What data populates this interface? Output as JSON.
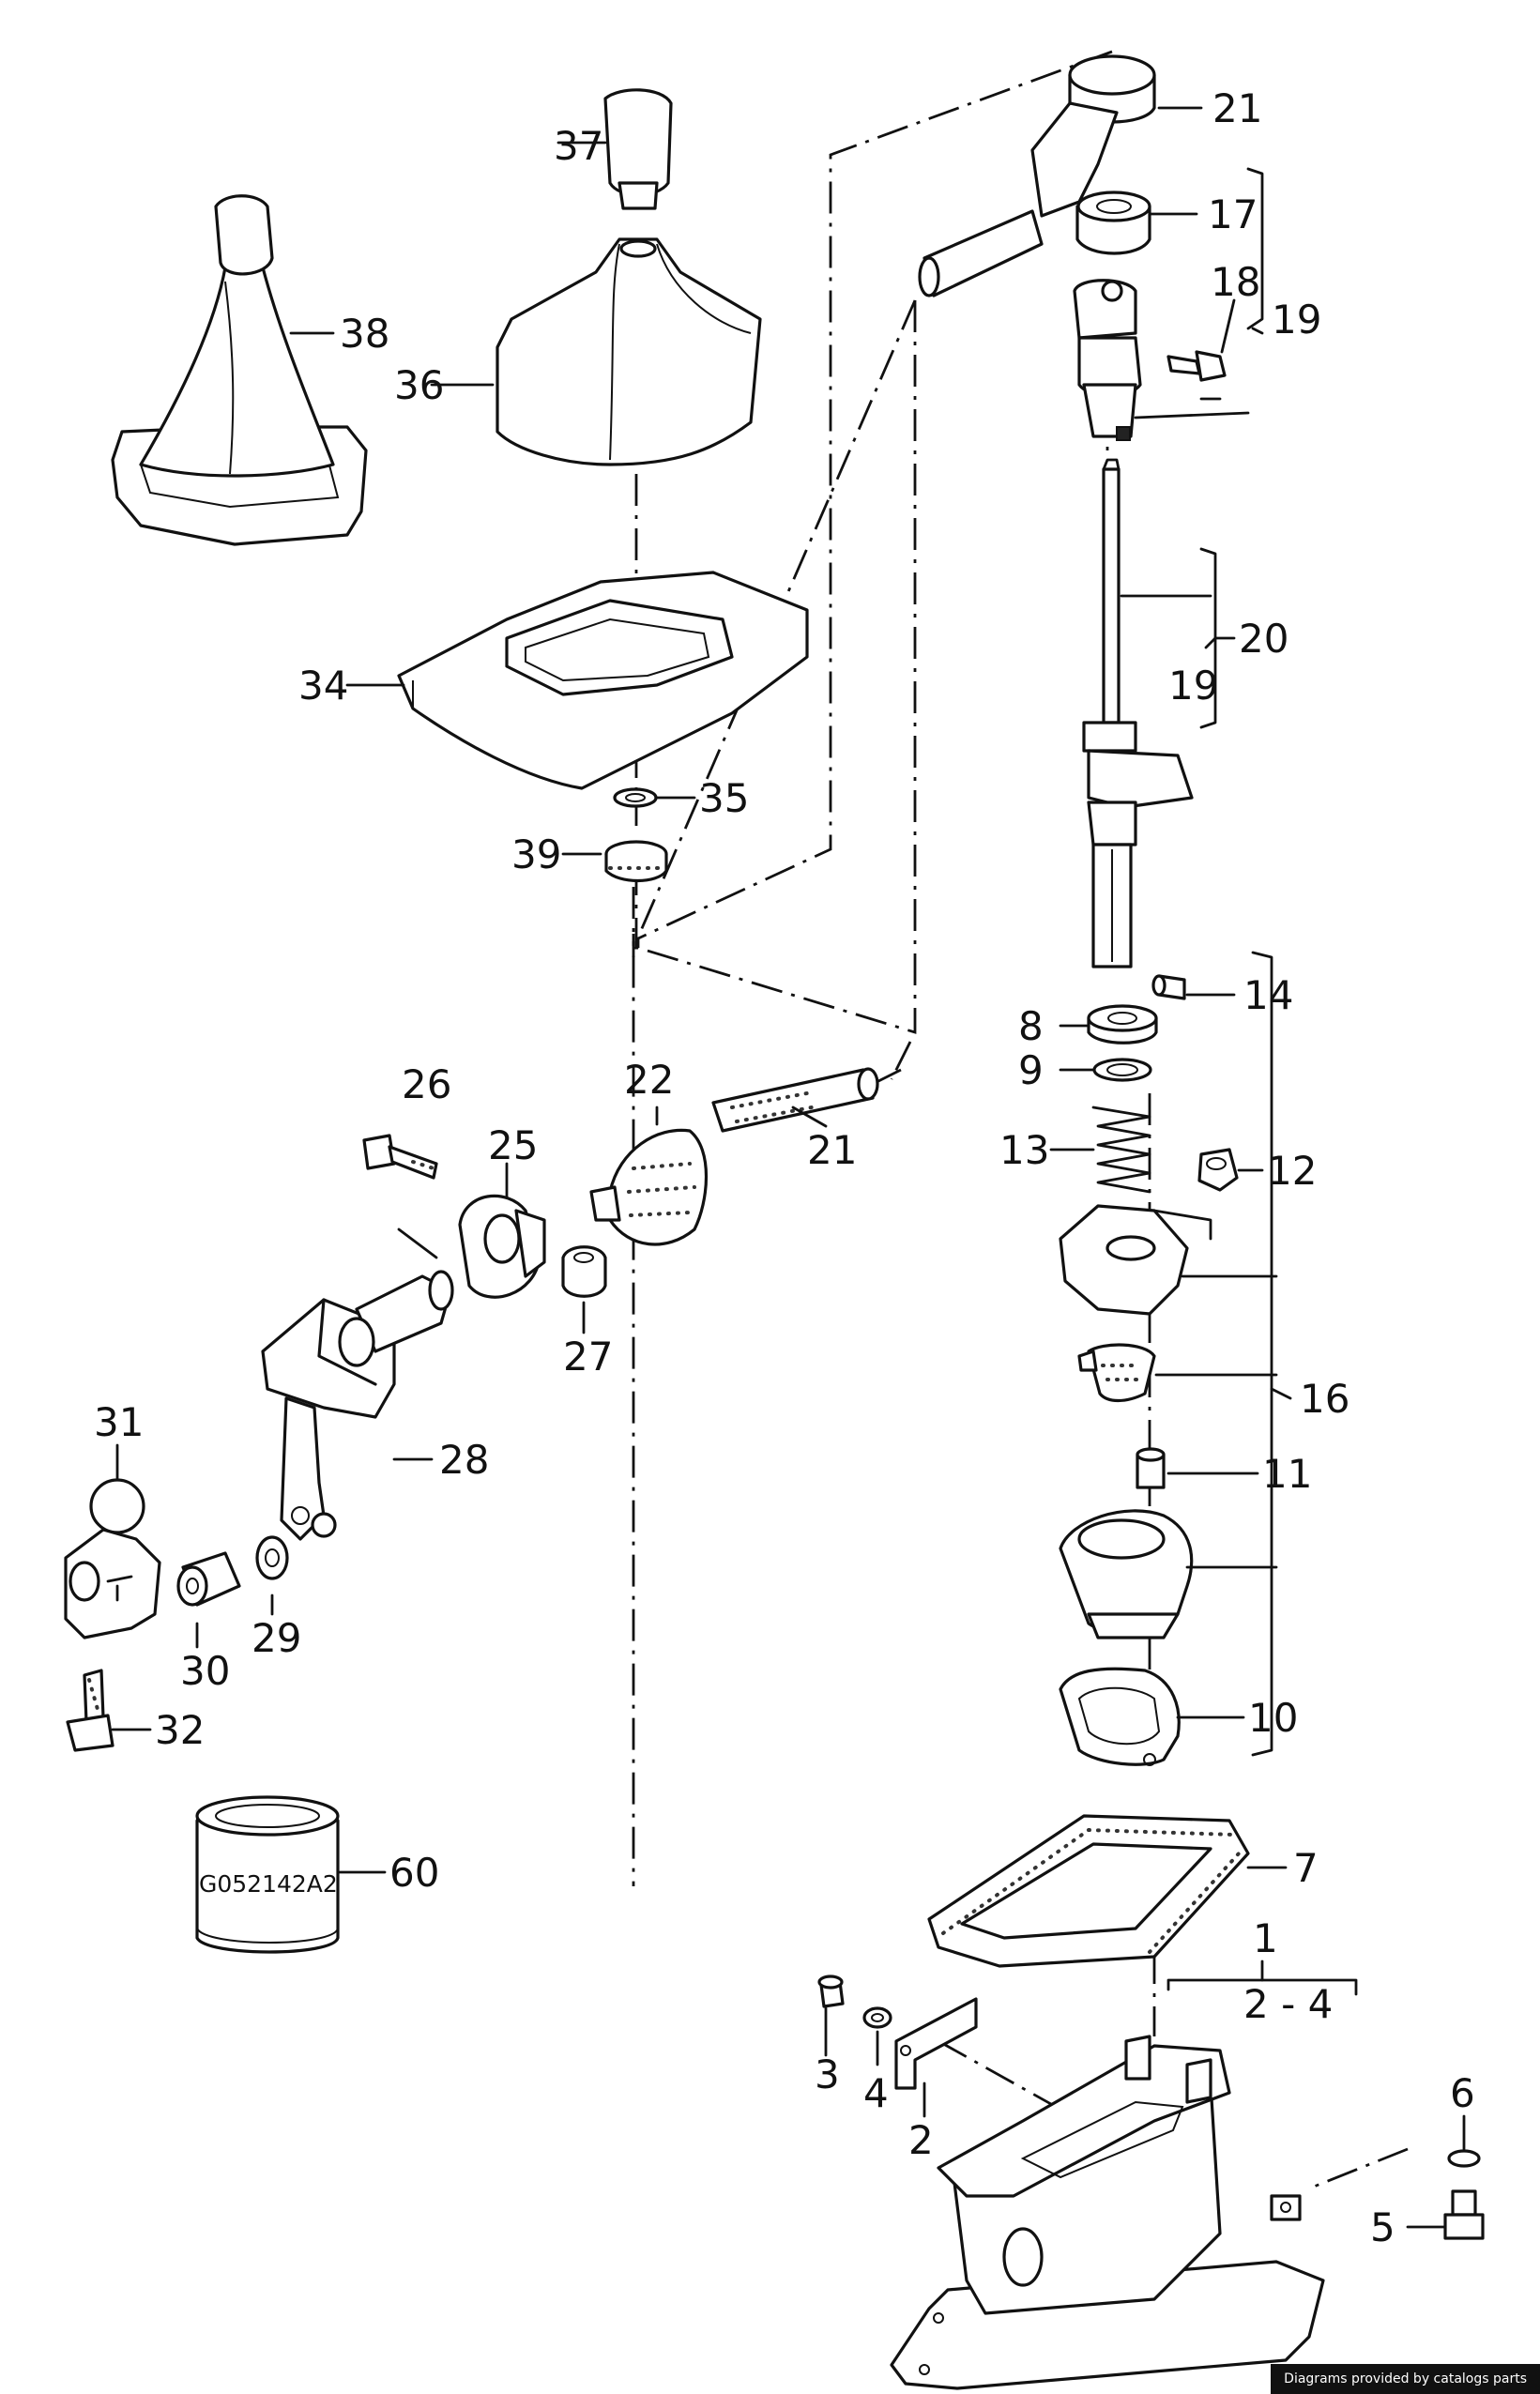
{
  "labels": {
    "p1": "1",
    "p2": "2",
    "p3": "3",
    "p4": "4",
    "p5": "5",
    "p6": "6",
    "p7": "7",
    "p8": "8",
    "p9": "9",
    "p10": "10",
    "p11": "11",
    "p12": "12",
    "p13": "13",
    "p14": "14",
    "p16": "16",
    "p17": "17",
    "p18": "18",
    "p19a": "19",
    "p19b": "19",
    "p20": "20",
    "p21a": "21",
    "p21b": "21",
    "p22": "22",
    "p25": "25",
    "p26": "26",
    "p27": "27",
    "p28": "28",
    "p29": "29",
    "p30": "30",
    "p31": "31",
    "p32": "32",
    "p34": "34",
    "p35": "35",
    "p36": "36",
    "p37": "37",
    "p38": "38",
    "p39": "39",
    "p60": "60",
    "range_2_4": "2 - 4"
  },
  "part_stamp": "G052142A2",
  "credit": "Diagrams provided by catalogs parts"
}
